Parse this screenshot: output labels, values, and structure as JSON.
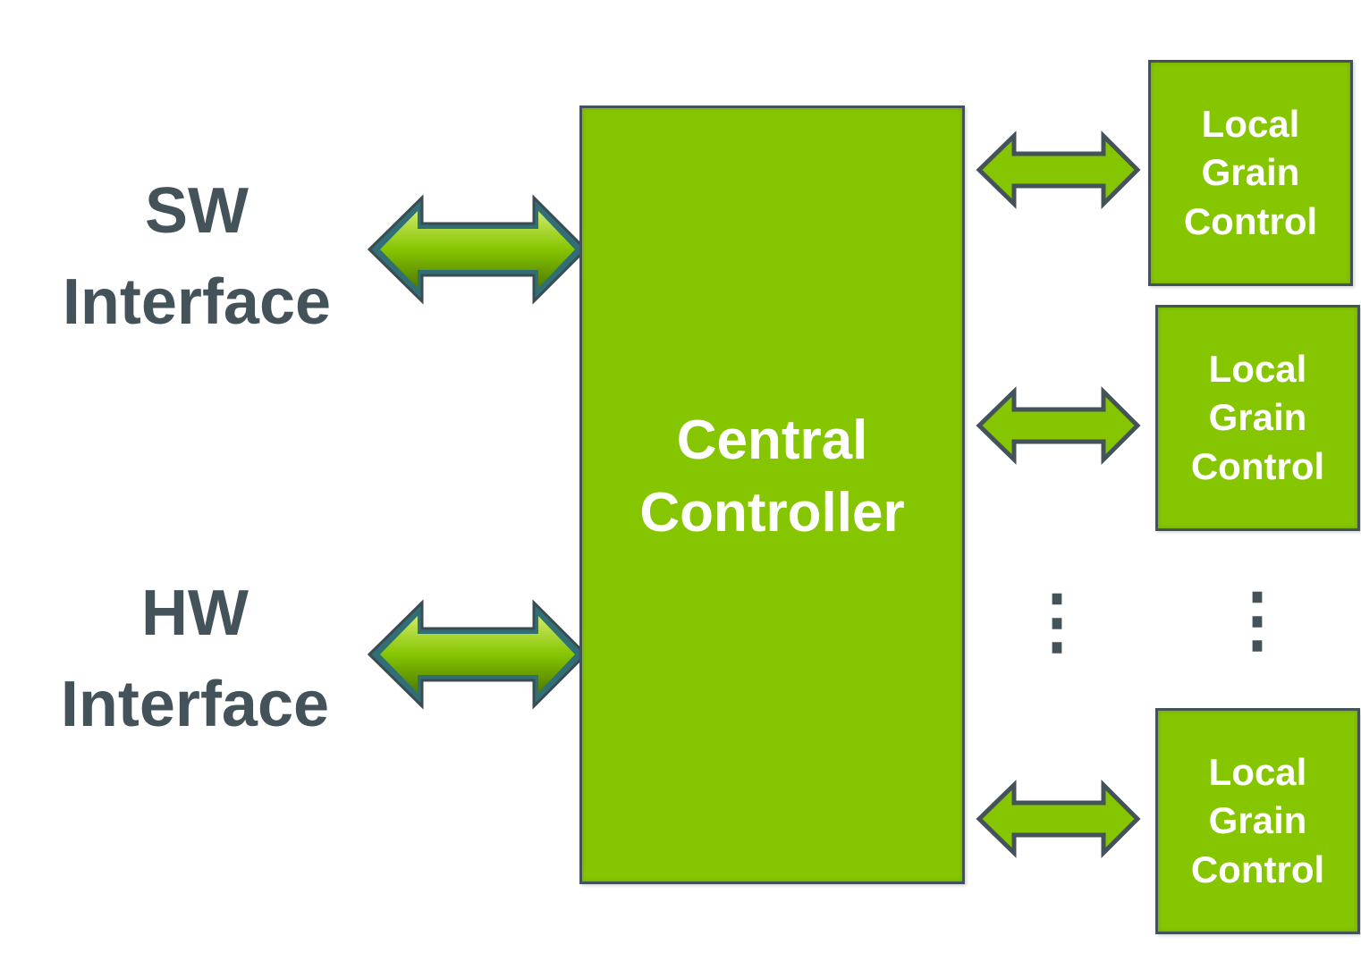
{
  "sw_interface": {
    "line1": "SW",
    "line2": "Interface"
  },
  "hw_interface": {
    "line1": "HW",
    "line2": "Interface"
  },
  "central_controller": {
    "line1": "Central",
    "line2": "Controller"
  },
  "local_grain_controls": [
    {
      "line1": "Local",
      "line2": "Grain",
      "line3": "Control"
    },
    {
      "line1": "Local",
      "line2": "Grain",
      "line3": "Control"
    },
    {
      "line1": "Local",
      "line2": "Grain",
      "line3": "Control"
    }
  ],
  "ellipsis": "⋮",
  "colors": {
    "box_fill": "#86c600",
    "outline": "#44525a",
    "label": "#44525a",
    "box_text": "#ffffff"
  }
}
